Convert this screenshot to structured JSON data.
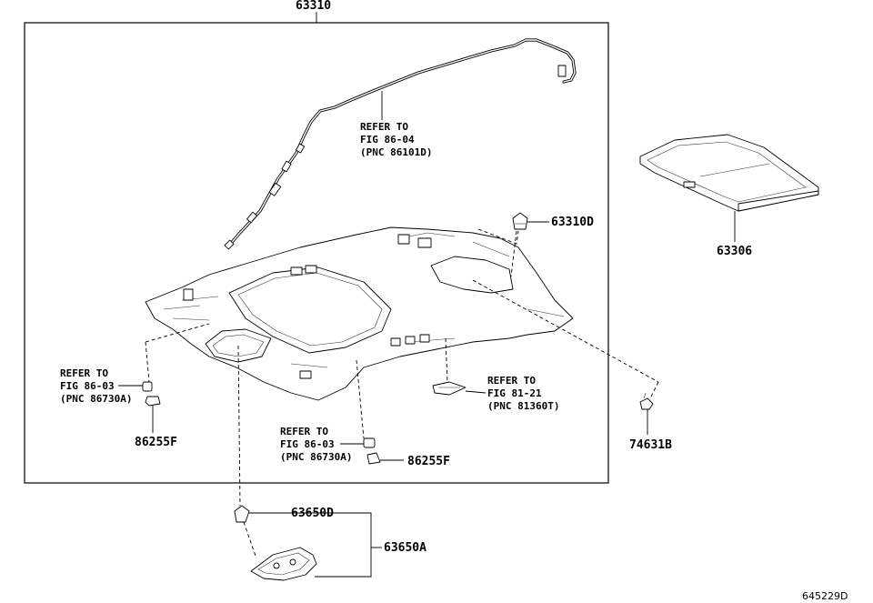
{
  "parts": {
    "p63310": "63310",
    "p63310d": "63310D",
    "p63306": "63306",
    "p86255f_left": "86255F",
    "p86255f_mid": "86255F",
    "p74631b": "74631B",
    "p63650d": "63650D",
    "p63650a": "63650A"
  },
  "refs": {
    "wire": [
      "REFER TO",
      "FIG 86-04",
      "(PNC 86101D)"
    ],
    "left_clip": [
      "REFER TO",
      "FIG 86-03",
      "(PNC 86730A)"
    ],
    "mid_clip": [
      "REFER TO",
      "FIG 86-03",
      "(PNC 86730A)"
    ],
    "lamp": [
      "REFER TO",
      "FIG 81-21",
      "(PNC 81360T)"
    ]
  },
  "diagram_id": "645229D"
}
